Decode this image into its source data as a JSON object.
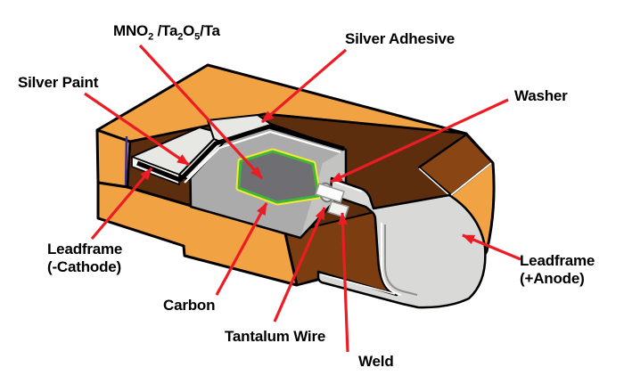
{
  "diagram": {
    "labels": {
      "mno2": {
        "part1": "MNO",
        "sub1": "2",
        "part2": " /Ta",
        "sub2": "2",
        "part3": "O",
        "sub3": "5",
        "part4": "/Ta"
      },
      "silver_adhesive": "Silver Adhesive",
      "silver_paint": "Silver Paint",
      "washer": "Washer",
      "leadframe_cathode_line1": "Leadframe",
      "leadframe_cathode_line2": "(-Cathode)",
      "carbon": "Carbon",
      "tantalum_wire": "Tantalum Wire",
      "weld": "Weld",
      "leadframe_anode_line1": "Leadframe",
      "leadframe_anode_line2": "(+Anode)"
    },
    "colors": {
      "case_orange": "#F1A243",
      "molding_dark_brown": "#5C2E0E",
      "molding_medium_brown": "#8A4514",
      "slug_gray": "#ABABAB",
      "core_dark_gray": "#6F6E72",
      "core_outline_green": "#3FB33C",
      "core_outline_yellow": "#F2E934",
      "silver_layer_white": "#E9E9E6",
      "leadframe_gray": "#D9D9D8",
      "arrow_red": "#ED1C24",
      "outline_black": "#000000",
      "left_wall_accent_purple": "#3F2D86"
    }
  }
}
